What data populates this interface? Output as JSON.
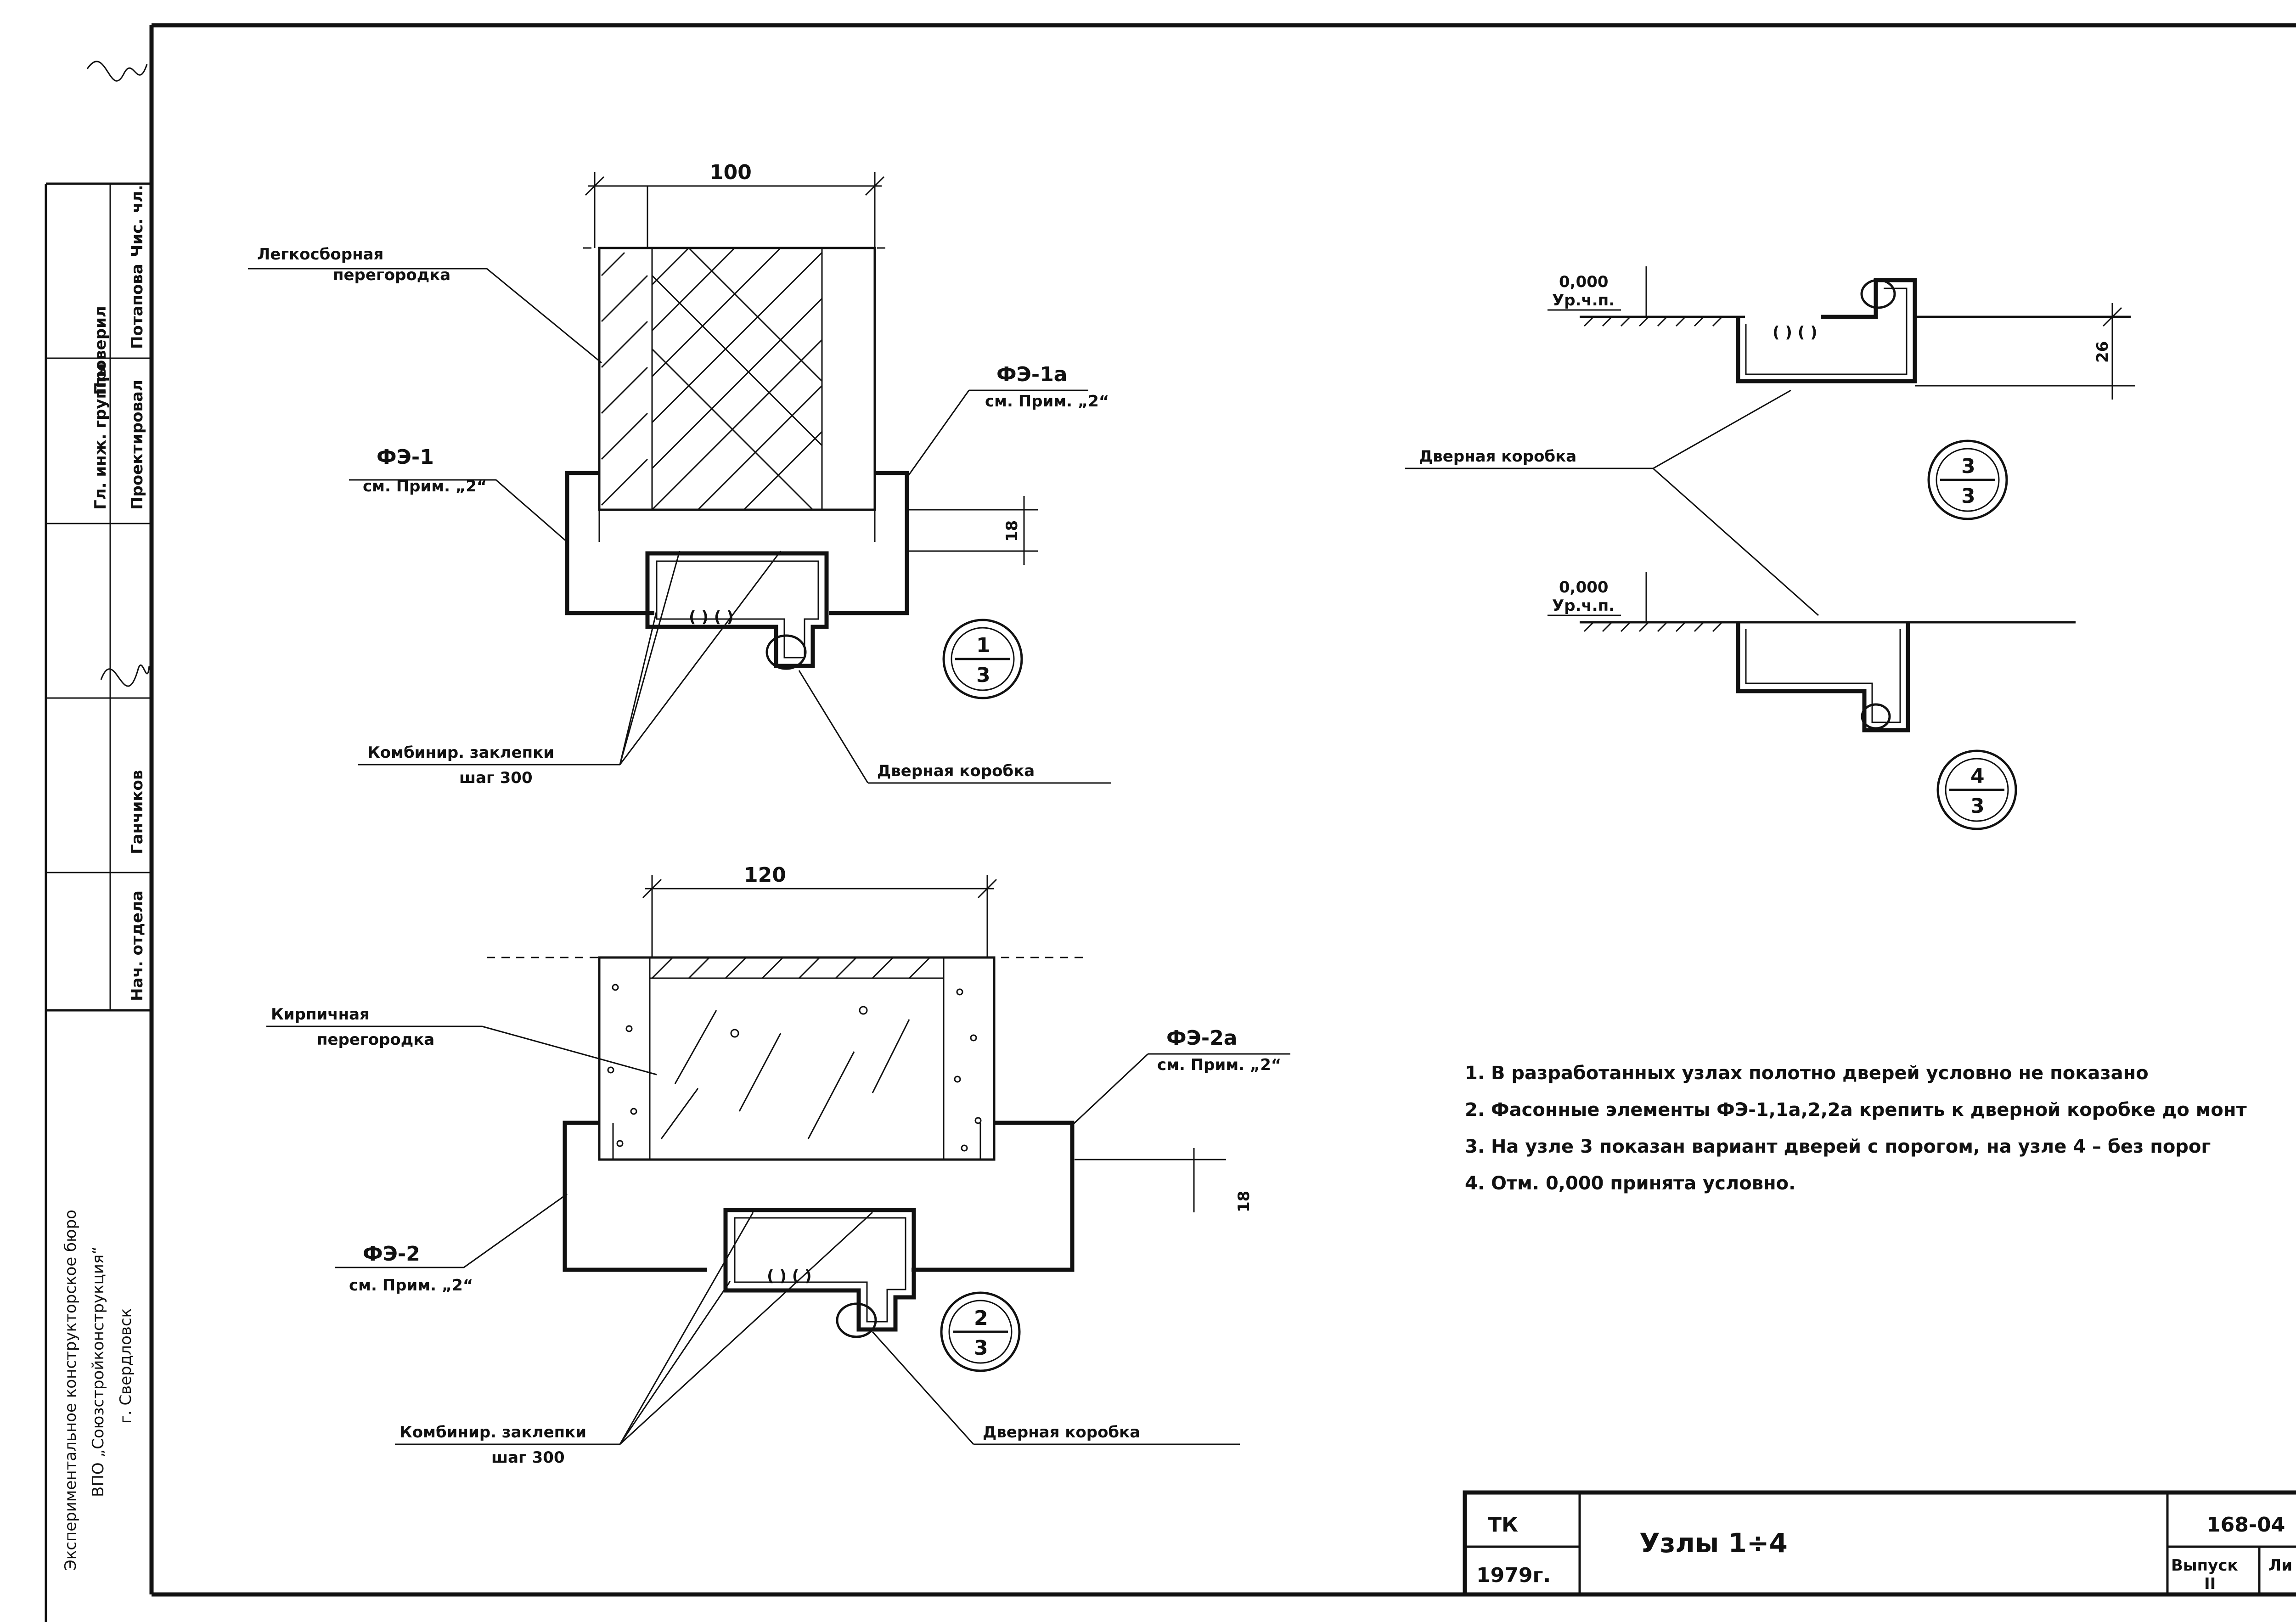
{
  "drawing": {
    "node1": {
      "dim": "100",
      "wall_label_l1": "Легкосборная",
      "wall_label_l2": "перегородка",
      "fe_left": "ФЭ-1",
      "fe_left_note": "см. Прим. „2“",
      "fe_right": "ФЭ-1а",
      "fe_right_note": "см. Прим. „2“",
      "dim_side": "18",
      "rivets_l1": "Комбинир. заклепки",
      "rivets_l2": "шаг 300",
      "frame": "Дверная коробка",
      "circle_top": "1",
      "circle_bottom": "3"
    },
    "node2": {
      "dim": "120",
      "wall_label_l1": "Кирпичная",
      "wall_label_l2": "перегородка",
      "fe_right": "ФЭ-2а",
      "fe_right_note": "см. Прим. „2“",
      "fe_left": "ФЭ-2",
      "fe_left_note": "см. Прим. „2“",
      "dim_side": "18",
      "rivets_l1": "Комбинир. заклепки",
      "rivets_l2": "шаг 300",
      "frame": "Дверная коробка",
      "circle_top": "2",
      "circle_bottom": "3"
    },
    "node3": {
      "level_value": "0,000",
      "level_label": "Ур.ч.п.",
      "dim": "26",
      "frame": "Дверная коробка",
      "circle_top": "3",
      "circle_bottom": "3"
    },
    "node4": {
      "level_value": "0,000",
      "level_label": "Ур.ч.п.",
      "circle_top": "4",
      "circle_bottom": "3"
    }
  },
  "notes": [
    "1. В разработанных узлах полотно дверей условно не показано",
    "2. Фасонные элементы ФЭ-1,1а,2,2а крепить к дверной коробке до монт",
    "3. На узле 3 показан вариант дверей с порогом, на узле 4 – без порог",
    "4. Отм. 0,000 принята условно."
  ],
  "side_stamp": {
    "org_line1": "Экспериментальное конструкторское бюро",
    "org_line2": "ВПО „Союзстройконструкция“",
    "org_line3": "г. Свердловск",
    "roles": [
      "Нач. отдела",
      "Ганчиков",
      "Проектировал",
      "Потапова",
      "Гл. инж. группы",
      "Чис. чл.",
      "Проверил"
    ]
  },
  "title_block": {
    "code": "ТК",
    "year": "1979г.",
    "title": "Узлы 1÷4",
    "number": "168-04",
    "issue_label": "Выпуск",
    "issue_value": "II",
    "sheet_label": "Ли"
  }
}
